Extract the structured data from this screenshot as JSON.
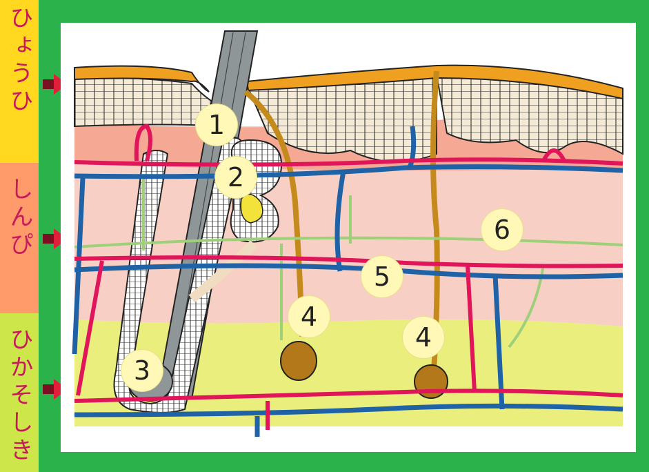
{
  "side_labels": {
    "epidermis": "ひょうひ",
    "dermis": "しんぴ",
    "subcutis": "ひかそしき"
  },
  "markers": [
    "1",
    "2",
    "3",
    "4",
    "5",
    "4",
    "6"
  ],
  "colors": {
    "frame_green": "#2bb24a",
    "epidermis_yellow": "#ffd81f",
    "dermis_salmon": "#ff9a6a",
    "subcutis_lime": "#cde64a",
    "artery_red": "#e0155a",
    "vein_blue": "#1f62a6",
    "nerve_brown": "#c48a1c",
    "hair_gray": "#8f9698"
  }
}
